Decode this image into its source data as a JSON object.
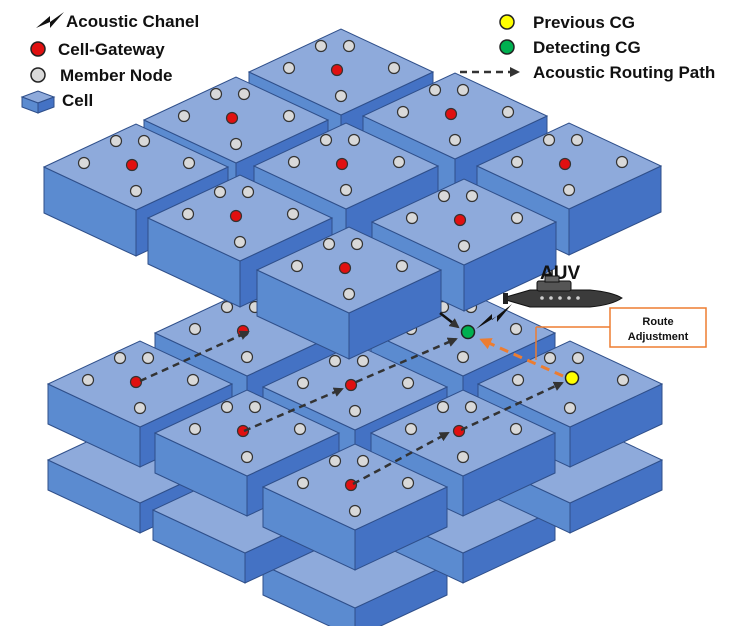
{
  "legend": {
    "acoustic_channel": "Acoustic Chanel",
    "cell_gateway": "Cell-Gateway",
    "member_node": "Member Node",
    "cell": "Cell",
    "previous_cg": "Previous CG",
    "detecting_cg": "Detecting CG",
    "routing_path": "Acoustic Routing Path"
  },
  "labels": {
    "auv": "AUV",
    "route_adjustment_line1": "Route",
    "route_adjustment_line2": "Adjustment"
  },
  "colors": {
    "cell_top": "#8eaadb",
    "cell_front": "#5b8bd0",
    "cell_side": "#4472c4",
    "cell_edge": "#2f4f8a",
    "gateway": "#e01010",
    "member": "#d9d9d9",
    "previous_cg": "#ffff00",
    "detecting_cg": "#00b050",
    "routing_arrow": "#333333",
    "adjust_arrow": "#ed7d31",
    "note_border": "#ed7d31"
  }
}
